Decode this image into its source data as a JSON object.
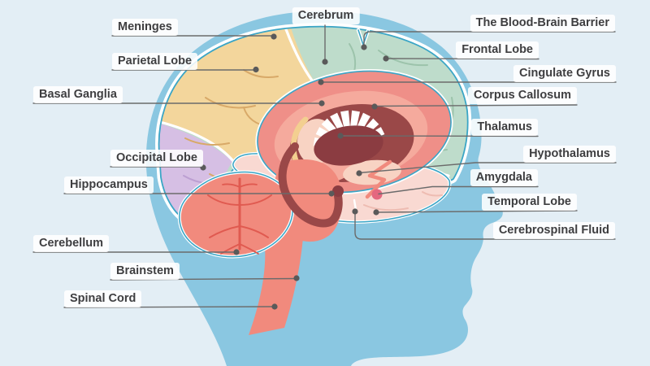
{
  "diagram_title": "",
  "labels": {
    "meninges": {
      "text": "Meninges"
    },
    "parietal_lobe": {
      "text": "Parietal Lobe"
    },
    "basal_ganglia": {
      "text": "Basal Ganglia"
    },
    "occipital_lobe": {
      "text": "Occipital Lobe"
    },
    "hippocampus": {
      "text": "Hippocampus"
    },
    "cerebellum": {
      "text": "Cerebellum"
    },
    "brainstem": {
      "text": "Brainstem"
    },
    "spinal_cord": {
      "text": "Spinal Cord"
    },
    "cerebrum": {
      "text": "Cerebrum"
    },
    "blood_brain_barrier": {
      "text": "The Blood-Brain Barrier"
    },
    "frontal_lobe": {
      "text": "Frontal Lobe"
    },
    "cingulate_gyrus": {
      "text": "Cingulate Gyrus"
    },
    "corpus_callosum": {
      "text": "Corpus Callosum"
    },
    "thalamus": {
      "text": "Thalamus"
    },
    "hypothalamus": {
      "text": "Hypothalamus"
    },
    "amygdala": {
      "text": "Amygdala"
    },
    "temporal_lobe": {
      "text": "Temporal Lobe"
    },
    "cerebrospinal_fluid": {
      "text": "Cerebrospinal Fluid"
    }
  },
  "palette": {
    "background": "#e3eef5",
    "head_silhouette": "#8ac7e1",
    "outline_teal": "#3aa5c6",
    "meninges_white": "#ffffff",
    "parietal_yellow": "#f3d69c",
    "frontal_green": "#bedccb",
    "occipital_purple": "#d6bfe4",
    "temporal_pale_pink": "#f9d9d2",
    "cingulate_salmon": "#ef8f88",
    "inner_pink": "#f5aa9d",
    "corpus_callosum_dark": "#9a4848",
    "thalamus_maroon": "#8b3c41",
    "cream": "#f8d3c3",
    "brainstem_salmon": "#f18a7d",
    "vein_red": "#e05a50",
    "amygdala_crimson": "#e4687f",
    "pointer_line": "#6b6b6b",
    "pointer_dot": "#5a5a5a",
    "label_text": "#3e3e40"
  }
}
